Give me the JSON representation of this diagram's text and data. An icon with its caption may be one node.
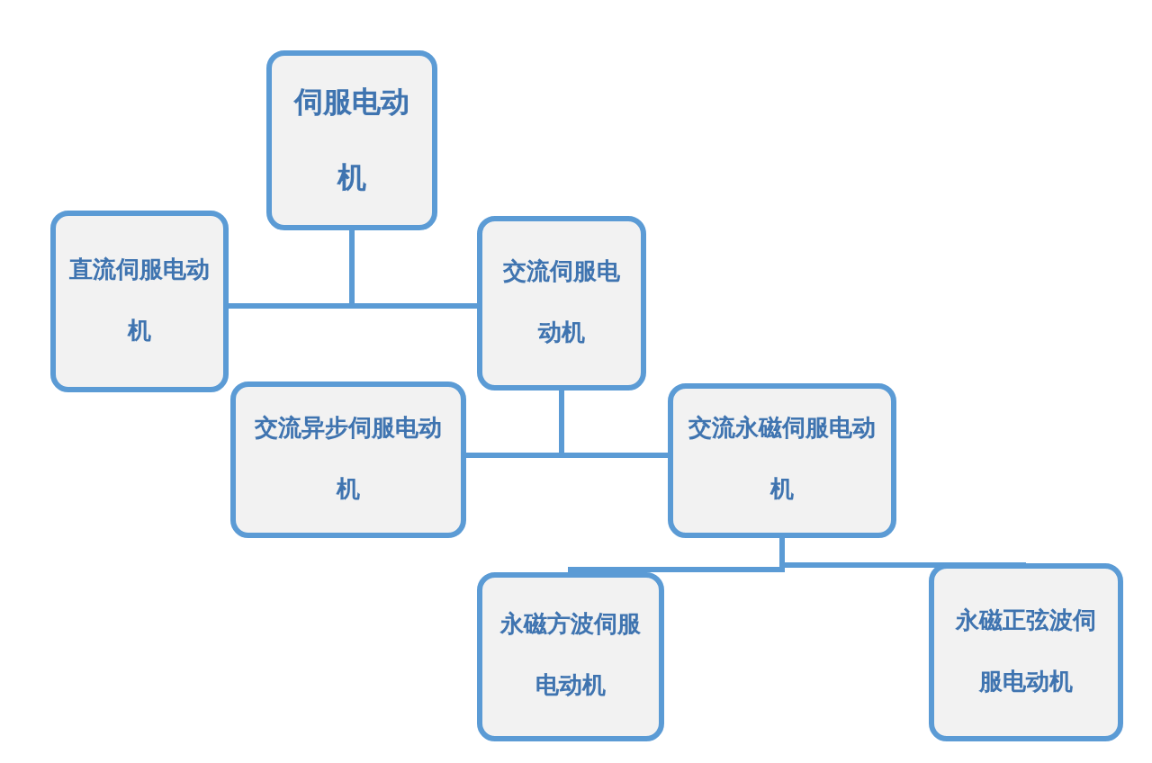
{
  "diagram": {
    "nodes": [
      {
        "text": [
          "伺服电动机"
        ]
      },
      {
        "text": [
          "直流伺服电动机"
        ]
      },
      {
        "text": [
          "交流伺服电动机"
        ]
      },
      {
        "text": [
          "交流异步伺服电动机"
        ]
      },
      {
        "text": [
          "交流永磁伺服电动机"
        ]
      },
      {
        "text": [
          "永磁方波伺服电动机"
        ]
      },
      {
        "text": [
          "永磁正弦波伺服电动机"
        ]
      }
    ],
    "edges": [
      {
        "from": 0,
        "to": 1,
        "arrow": "none"
      },
      {
        "from": 0,
        "to": 2,
        "arrow": "none"
      },
      {
        "from": 2,
        "to": 3,
        "arrow": "none"
      },
      {
        "from": 2,
        "to": 4,
        "arrow": "none"
      },
      {
        "from": 4,
        "to": 5,
        "arrow": "none"
      },
      {
        "from": 4,
        "to": 6,
        "arrow": "none"
      }
    ]
  }
}
